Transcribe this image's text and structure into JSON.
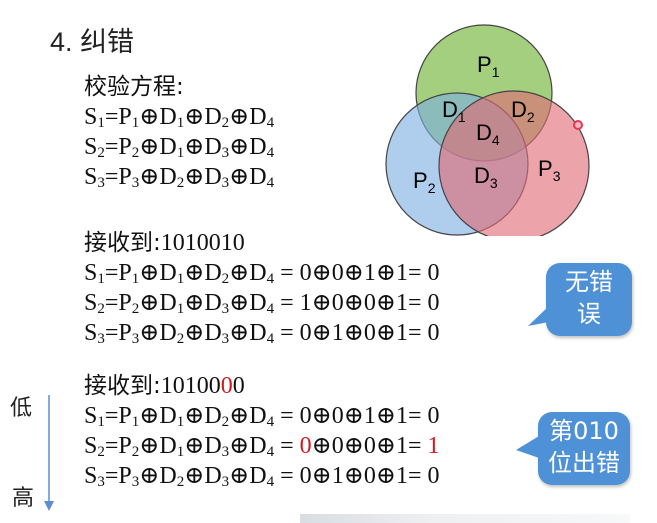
{
  "title": "4. 纠错",
  "check_heading": "校验方程:",
  "check_equations": [
    {
      "s": "S",
      "si": "1",
      "p": "P",
      "pi": "1",
      "terms": [
        [
          "D",
          "1"
        ],
        [
          "D",
          "2"
        ],
        [
          "D",
          "4"
        ]
      ]
    },
    {
      "s": "S",
      "si": "2",
      "p": "P",
      "pi": "2",
      "terms": [
        [
          "D",
          "1"
        ],
        [
          "D",
          "3"
        ],
        [
          "D",
          "4"
        ]
      ]
    },
    {
      "s": "S",
      "si": "3",
      "p": "P",
      "pi": "3",
      "terms": [
        [
          "D",
          "2"
        ],
        [
          "D",
          "3"
        ],
        [
          "D",
          "4"
        ]
      ]
    }
  ],
  "venn": {
    "circles": [
      {
        "label": "P",
        "sub": "1",
        "color": "#8bc25a"
      },
      {
        "label": "P",
        "sub": "2",
        "color": "#7eaee0"
      },
      {
        "label": "P",
        "sub": "3",
        "color": "#e06a76"
      }
    ],
    "regions": [
      {
        "label": "D",
        "sub": "1"
      },
      {
        "label": "D",
        "sub": "2"
      },
      {
        "label": "D",
        "sub": "3"
      },
      {
        "label": "D",
        "sub": "4"
      }
    ]
  },
  "example1": {
    "heading": "接收到:",
    "code": "1010010",
    "rows": [
      {
        "si": "1",
        "pi": "1",
        "terms": [
          "1",
          "2",
          "4"
        ],
        "vals": [
          "0",
          "0",
          "1",
          "1"
        ],
        "result": "0"
      },
      {
        "si": "2",
        "pi": "2",
        "terms": [
          "1",
          "3",
          "4"
        ],
        "vals": [
          "1",
          "0",
          "0",
          "1"
        ],
        "result": "0"
      },
      {
        "si": "3",
        "pi": "3",
        "terms": [
          "2",
          "3",
          "4"
        ],
        "vals": [
          "0",
          "1",
          "0",
          "1"
        ],
        "result": "0"
      }
    ],
    "callout": [
      "无错",
      "误"
    ]
  },
  "example2": {
    "heading": "接收到:",
    "code_prefix": "10100",
    "code_error": "0",
    "code_suffix": "0",
    "rows": [
      {
        "si": "1",
        "pi": "1",
        "terms": [
          "1",
          "2",
          "4"
        ],
        "vals": [
          "0",
          "0",
          "1",
          "1"
        ],
        "result": "0",
        "highlight": false
      },
      {
        "si": "2",
        "pi": "2",
        "terms": [
          "1",
          "3",
          "4"
        ],
        "vals": [
          "0",
          "0",
          "0",
          "1"
        ],
        "result": "1",
        "highlight": true
      },
      {
        "si": "3",
        "pi": "3",
        "terms": [
          "2",
          "3",
          "4"
        ],
        "vals": [
          "0",
          "1",
          "0",
          "1"
        ],
        "result": "0",
        "highlight": false
      }
    ],
    "callout": [
      "第010",
      "位出错"
    ]
  },
  "axis": {
    "low": "低",
    "high": "高"
  },
  "colors": {
    "callout": "#4f91d6",
    "error": "#d0191f",
    "arrow": "#5b8fd1",
    "marker": "#e8384f"
  }
}
